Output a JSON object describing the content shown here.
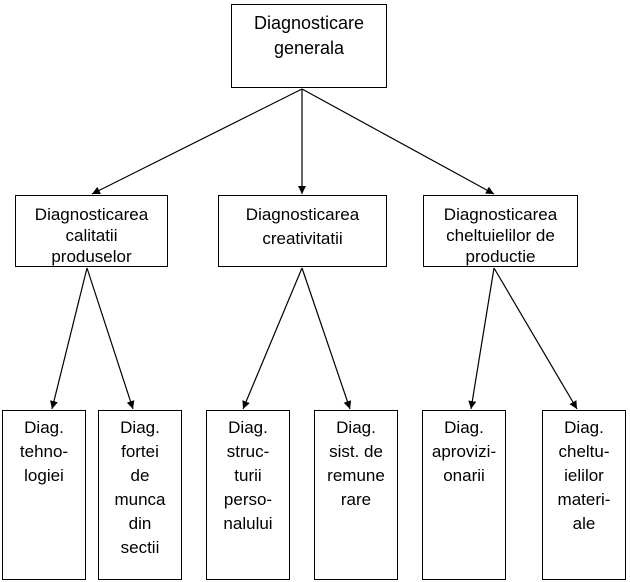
{
  "diagram": {
    "root": "Diagnosticare\ngenerala",
    "branches": [
      {
        "label": "Diagnosticarea\ncalitatii\nproduselor",
        "children": [
          "Diag.\ntehno-\nlogiei",
          "Diag.\nfortei\nde\nmunca\ndin\nsectii"
        ]
      },
      {
        "label": "Diagnosticarea\ncreativitatii",
        "children": [
          "Diag.\nstruc-\nturii\nperso-\nnalului",
          "Diag.\nsist. de\nremune\nrare"
        ]
      },
      {
        "label": "Diagnosticarea\ncheltuielilor de\nproductie",
        "children": [
          "Diag.\naprovizi-\nonarii",
          "Diag.\ncheltu-\nielilor\nmateri-\nale"
        ]
      }
    ]
  },
  "style": {
    "line_color": "#000000",
    "box_border_color": "#000000",
    "background": "#ffffff"
  }
}
